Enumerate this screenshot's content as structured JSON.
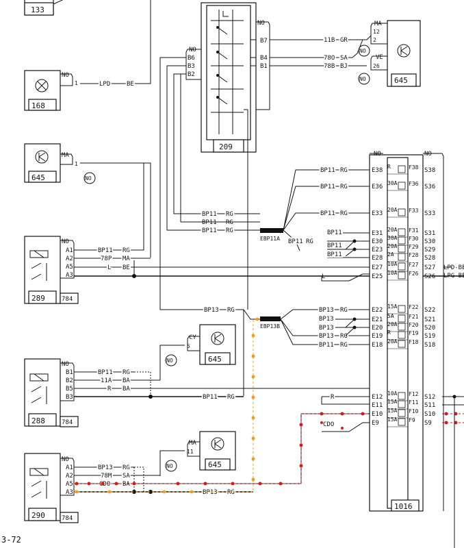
{
  "page": {
    "code": "3-72"
  },
  "components": {
    "c133": {
      "num": "133"
    },
    "c168": {
      "num": "168",
      "pin_name": "NO",
      "pin": "1"
    },
    "c645a": {
      "num": "645",
      "pin_name": "MA",
      "pin": "1",
      "ground": "NO"
    },
    "c209": {
      "num": "209",
      "top_pin": "NO",
      "left_head": "NO",
      "left_pins": [
        "B6",
        "B3",
        "B2"
      ],
      "right_pins": [
        "B7",
        "B4",
        "B1"
      ]
    },
    "c645b": {
      "num": "645",
      "pin_ma": "MA",
      "pins_ma": [
        "12",
        "2"
      ],
      "pin_ve": "VE",
      "pins_ve": [
        "26"
      ],
      "grounds": [
        "NO",
        "NO"
      ]
    },
    "c289": {
      "num": "289",
      "sub": "784",
      "head": "NO",
      "pins": [
        "A1",
        "A2",
        "A5",
        "A3"
      ]
    },
    "c288": {
      "num": "288",
      "sub": "784",
      "head": "NO",
      "pins": [
        "B1",
        "B2",
        "B5",
        "B3"
      ]
    },
    "c290": {
      "num": "290",
      "sub": "784",
      "head": "NO",
      "pins": [
        "A1",
        "A2",
        "A5",
        "A3"
      ]
    },
    "c645c": {
      "num": "645",
      "pin_name": "CY",
      "pin": "5",
      "ground": "NO"
    },
    "c645d": {
      "num": "645",
      "pin_name": "MA",
      "pin": "11",
      "ground": "NO"
    },
    "c1016": {
      "num": "1016",
      "left_head": "NO",
      "right_head": "NO",
      "left_pins": [
        "E38",
        "E36",
        "E33",
        "E31",
        "E30",
        "E23",
        "E28",
        "E27",
        "E25",
        "E22",
        "E21",
        "E20",
        "E19",
        "E18",
        "E12",
        "E11",
        "E10",
        "E9"
      ],
      "right_pins": [
        "S38",
        "S36",
        "S33",
        "S31",
        "S30",
        "S29",
        "S28",
        "S27",
        "S26",
        "S22",
        "S21",
        "S20",
        "S19",
        "S18",
        "S12",
        "S11",
        "S10",
        "S9"
      ],
      "fuse_ids": [
        "F38",
        "F36",
        "F33",
        "F31",
        "F30",
        "F29",
        "F28",
        "F27",
        "F26",
        "F22",
        "F21",
        "F20",
        "F19",
        "F18",
        "F12",
        "F11",
        "F10",
        "F9"
      ],
      "ratings": [
        "R",
        "30A",
        "20A",
        "20A",
        "30A",
        "20A",
        "2A",
        "10A",
        "10A",
        "15A",
        "5A",
        "20A",
        "R",
        "20A",
        "10A",
        "15A",
        "15A",
        "15A"
      ]
    },
    "splice_a": {
      "name": "EBP11A"
    },
    "splice_b": {
      "name": "EBP13B"
    }
  },
  "wires": {
    "lpd_be": [
      "LPD",
      "BE"
    ],
    "gr11b": [
      "11B",
      "GR"
    ],
    "sa78o": [
      "78O",
      "SA"
    ],
    "bj78b": [
      "78B",
      "BJ"
    ],
    "bp11": "BP11",
    "bp13": "BP13",
    "rg": "RG",
    "w78p": [
      "78P",
      "MA"
    ],
    "l_be": [
      "L",
      "BE"
    ],
    "w11a": [
      "11A",
      "BA"
    ],
    "r_ba": [
      "R",
      "BA"
    ],
    "w78m": [
      "78M",
      "SA"
    ],
    "cdo_ba": [
      "CDO",
      "BA"
    ],
    "l_label": "L",
    "r_label": "R",
    "cdo_label": "CDO",
    "out_lpd": "LPD-BE",
    "out_lpg": "LPG-BE"
  }
}
